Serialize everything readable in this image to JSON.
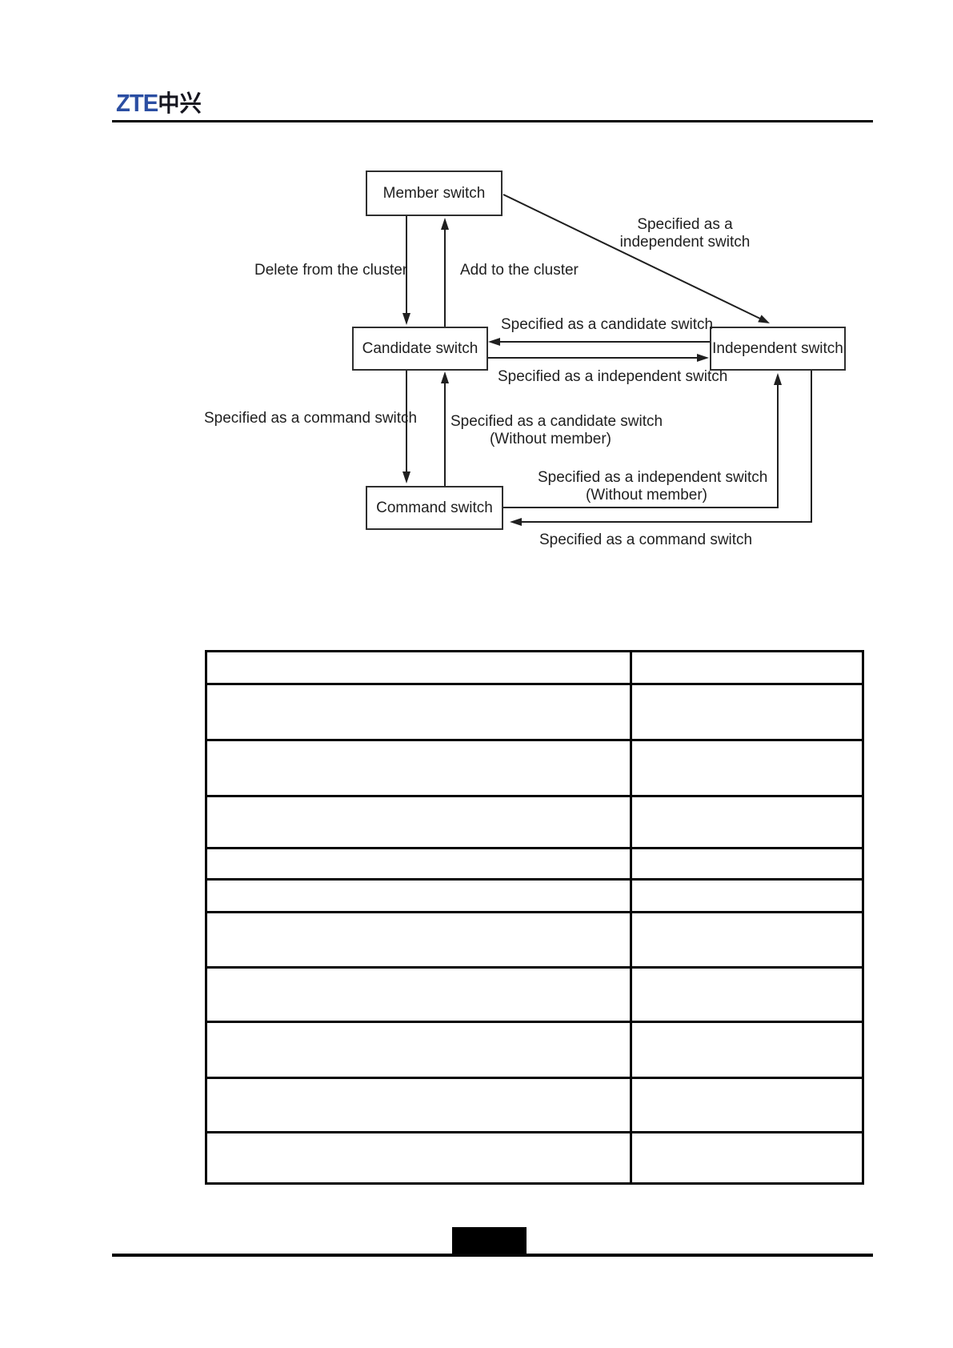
{
  "header": {
    "logo_latin": "ZTE",
    "logo_cjk": "中兴"
  },
  "diagram": {
    "nodes": [
      {
        "id": "member",
        "label": "Member switch"
      },
      {
        "id": "candidate",
        "label": "Candidate switch"
      },
      {
        "id": "independent",
        "label": "Independent switch"
      },
      {
        "id": "command",
        "label": "Command switch"
      }
    ],
    "edge_labels": {
      "member_to_independent": [
        "Specified as a",
        "independent  switch"
      ],
      "member_to_candidate": "Delete from the cluster",
      "candidate_to_member": "Add to the cluster",
      "independent_to_candidate": "Specified as a candidate switch",
      "candidate_to_independent": "Specified as a independent switch",
      "candidate_to_command": "Specified as a command switch",
      "command_to_candidate": [
        "Specified as a candidate switch",
        "(Without member)"
      ],
      "command_to_independent": [
        "Specified as a independent switch",
        "(Without member)"
      ],
      "independent_to_command": "Specified as a command switch"
    },
    "line_color": "#1f1f1f"
  },
  "table": {
    "row_count": 11,
    "column_count": 2,
    "rows": [
      [
        "",
        ""
      ],
      [
        "",
        ""
      ],
      [
        "",
        ""
      ],
      [
        "",
        ""
      ],
      [
        "",
        ""
      ],
      [
        "",
        ""
      ],
      [
        "",
        ""
      ],
      [
        "",
        ""
      ],
      [
        "",
        ""
      ],
      [
        "",
        ""
      ],
      [
        "",
        ""
      ]
    ]
  },
  "footer": {
    "page_number_block": ""
  }
}
